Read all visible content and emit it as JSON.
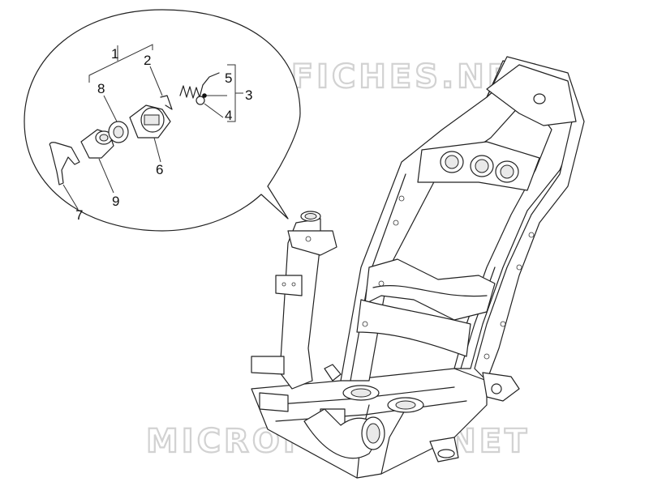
{
  "watermark_text": "MICROFICHES.NET",
  "callouts": [
    {
      "id": "1",
      "label": "1"
    },
    {
      "id": "2",
      "label": "2"
    },
    {
      "id": "3",
      "label": "3"
    },
    {
      "id": "4",
      "label": "4"
    },
    {
      "id": "5",
      "label": "5"
    },
    {
      "id": "6",
      "label": "6"
    },
    {
      "id": "7",
      "label": "7"
    },
    {
      "id": "8",
      "label": "8"
    },
    {
      "id": "9",
      "label": "9"
    }
  ]
}
